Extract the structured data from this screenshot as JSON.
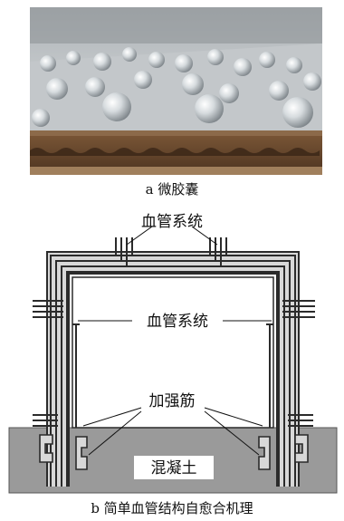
{
  "figure_a": {
    "caption": "a 微胶囊"
  },
  "figure_b": {
    "caption": "b 简单血管结构自愈合机理",
    "labels": {
      "vascular_top": "血管系统",
      "vascular_mid": "血管系统",
      "reinforcement": "加强筋",
      "concrete": "混凝土"
    }
  },
  "colors": {
    "concrete_fill": "#9a9a9a",
    "tube_dark": "#2b2b2b",
    "tube_light": "#d8d8d8",
    "photo_bg": "#b9bec2",
    "cardboard": "#6b4a2f"
  }
}
